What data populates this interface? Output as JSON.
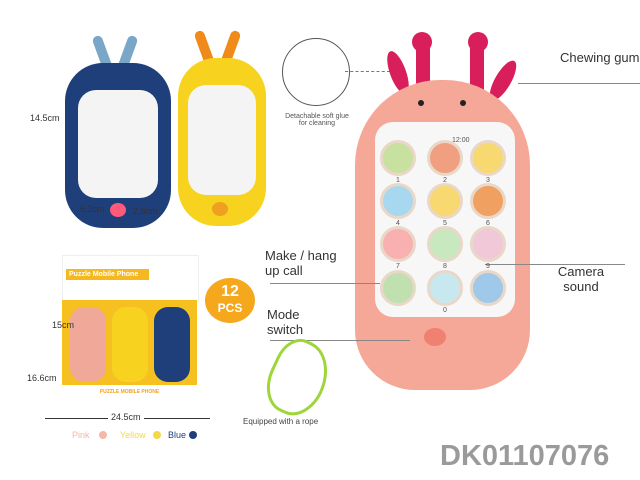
{
  "dimensions": {
    "height_small": "14.5cm",
    "width_small": "6.2cm",
    "depth_small": "2.6cm",
    "box_front": "15cm",
    "box_height": "16.6cm",
    "box_width": "24.5cm"
  },
  "display_box": {
    "title": "Puzzle Mobile Phone",
    "subtitle": "Puzzle phone",
    "front_title": "PUZZLE MOBILE PHONE"
  },
  "badge": {
    "count": "12",
    "unit": "PCS"
  },
  "colors": [
    {
      "name": "Pink",
      "hex": "#f2b8a8"
    },
    {
      "name": "Yellow",
      "hex": "#f4d84a"
    },
    {
      "name": "Blue",
      "hex": "#1f3f7a"
    }
  ],
  "main_phone": {
    "status_time": "12:00",
    "numbers": [
      "1",
      "2",
      "3",
      "4",
      "5",
      "6",
      "7",
      "8",
      "9",
      "0"
    ]
  },
  "callouts": {
    "detachable": "Detachable soft glue for cleaning",
    "chewing": "Chewing gum",
    "call": "Make / hang up call",
    "mode": "Mode switch",
    "camera": "Camera sound",
    "rope": "Equipped with a rope"
  },
  "product_code": "DK01107076"
}
